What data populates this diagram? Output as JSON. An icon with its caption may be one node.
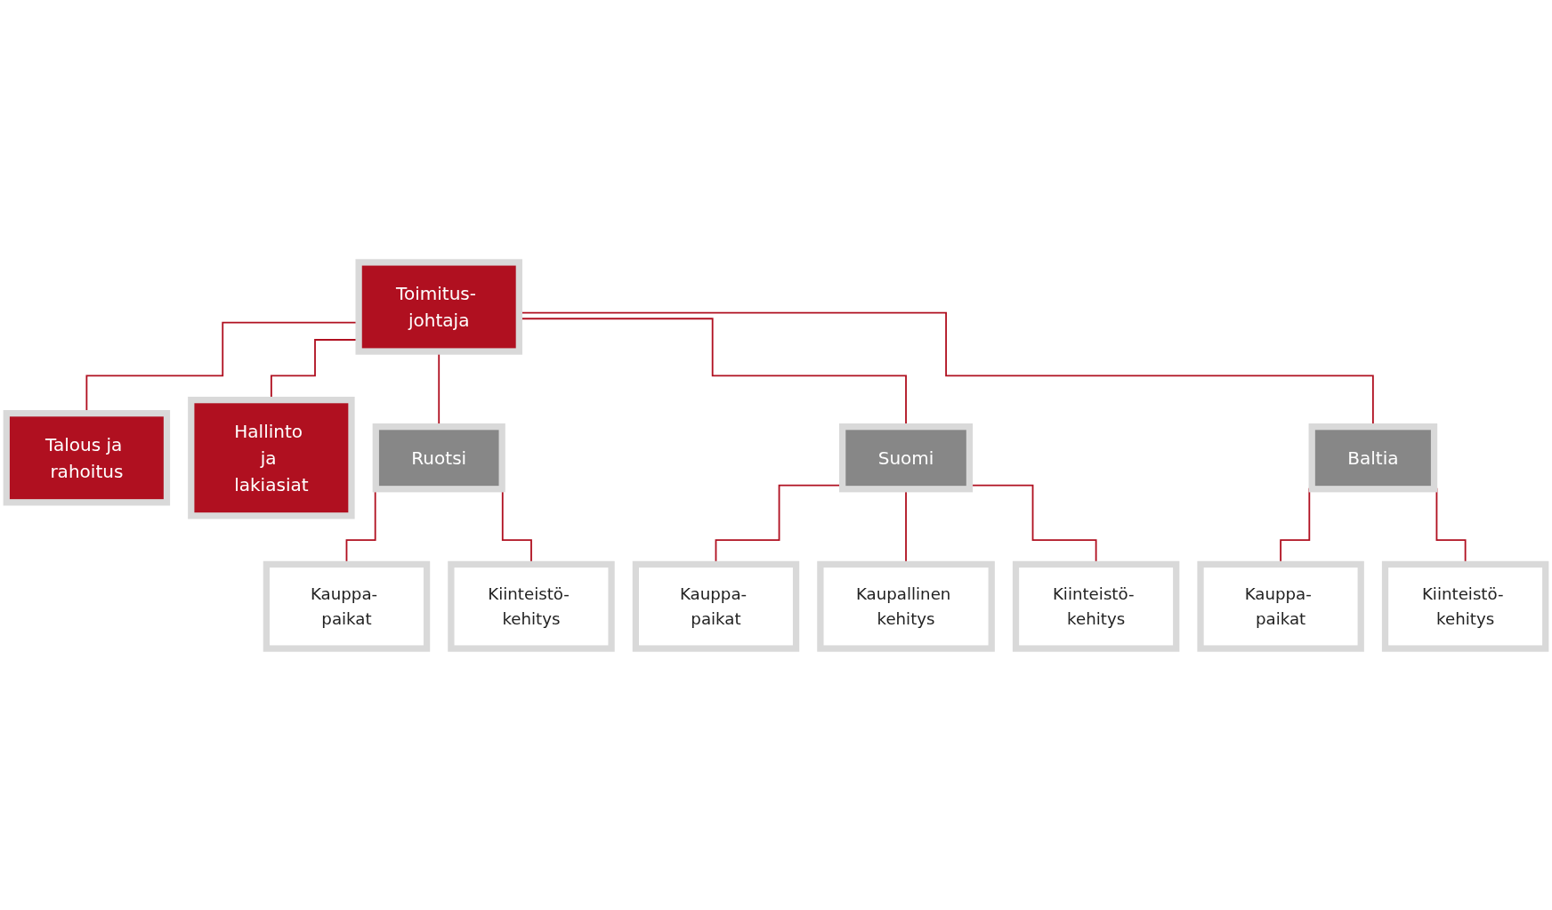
{
  "diagram": {
    "nodes": [
      {
        "text": [
          "Toimitus- johtaja"
        ]
      },
      {
        "text": [
          "Talous ja rahoitus"
        ]
      },
      {
        "text": [
          "Hallinto ja lakiasiat"
        ]
      },
      {
        "text": [
          "Ruotsi"
        ]
      },
      {
        "text": [
          "Suomi"
        ]
      },
      {
        "text": [
          "Baltia"
        ]
      },
      {
        "text": [
          "Kauppa- paikat"
        ]
      },
      {
        "text": [
          "Kiinteistö- kehitys"
        ]
      },
      {
        "text": [
          "Kauppa- paikat"
        ]
      },
      {
        "text": [
          "Kaupallinen kehitys"
        ]
      },
      {
        "text": [
          "Kiinteistö- kehitys"
        ]
      },
      {
        "text": [
          "Kauppa- paikat"
        ]
      },
      {
        "text": [
          "Kiinteistö- kehitys"
        ]
      }
    ],
    "edges": [
      {
        "from": 0,
        "to": 1,
        "arrow": "none"
      },
      {
        "from": 0,
        "to": 2,
        "arrow": "none"
      },
      {
        "from": 0,
        "to": 3,
        "arrow": "none"
      },
      {
        "from": 0,
        "to": 4,
        "arrow": "none"
      },
      {
        "from": 0,
        "to": 5,
        "arrow": "none"
      },
      {
        "from": 3,
        "to": 6,
        "arrow": "none"
      },
      {
        "from": 3,
        "to": 7,
        "arrow": "none"
      },
      {
        "from": 4,
        "to": 8,
        "arrow": "none"
      },
      {
        "from": 4,
        "to": 9,
        "arrow": "none"
      },
      {
        "from": 4,
        "to": 10,
        "arrow": "none"
      },
      {
        "from": 5,
        "to": 11,
        "arrow": "none"
      },
      {
        "from": 5,
        "to": 12,
        "arrow": "none"
      }
    ]
  }
}
